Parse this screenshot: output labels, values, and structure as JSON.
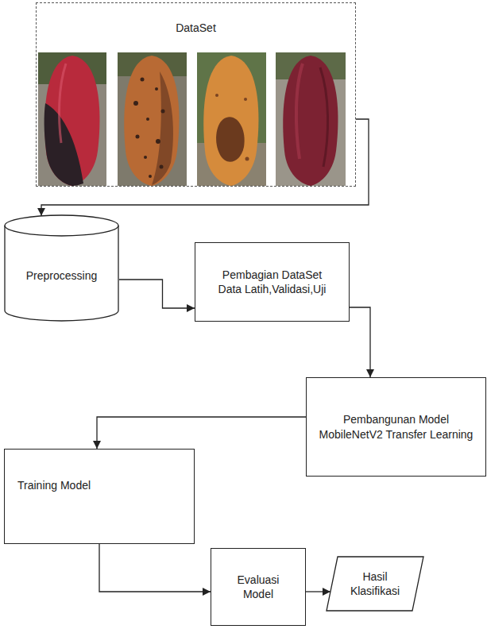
{
  "diagram": {
    "nodes": [
      {
        "text": [
          "DataSet"
        ]
      },
      {
        "text": [
          "Preprocessing"
        ]
      },
      {
        "text": [
          "Pembagian DataSet Data Latih,Validasi,Uji"
        ]
      },
      {
        "text": [
          "Pembangunan Model MobileNetV2 Transfer Learning"
        ]
      },
      {
        "text": [
          "Training Model"
        ]
      },
      {
        "text": [
          "Evaluasi Model"
        ]
      },
      {
        "text": [
          "Hasil Klasifikasi"
        ]
      }
    ],
    "edges": [
      {
        "from": 0,
        "to": 1,
        "arrow": "to"
      },
      {
        "from": 1,
        "to": 2,
        "arrow": "to"
      },
      {
        "from": 2,
        "to": 3,
        "arrow": "to"
      },
      {
        "from": 3,
        "to": 4,
        "arrow": "to"
      },
      {
        "from": 4,
        "to": 5,
        "arrow": "to"
      },
      {
        "from": 5,
        "to": 6,
        "arrow": "to"
      }
    ]
  }
}
